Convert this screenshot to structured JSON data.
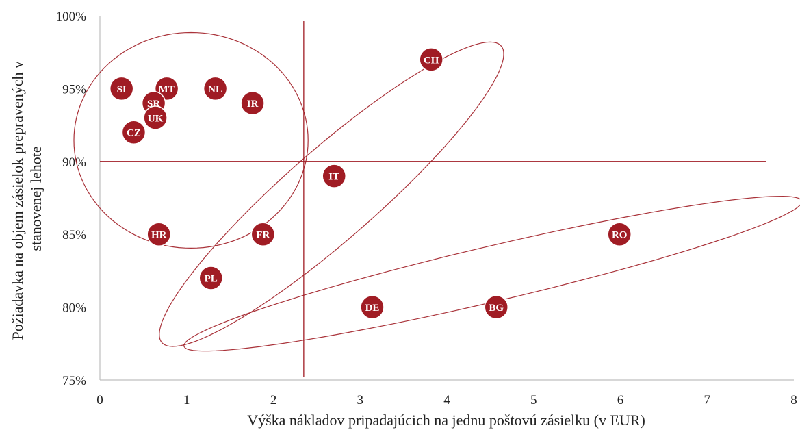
{
  "chart_data": {
    "type": "scatter",
    "title": "",
    "xlabel": "Výška nákladov pripadajúcich na jednu poštovú zásielku (v EUR)",
    "ylabel_lines": [
      "Požiadavka na objem zásielok prepravených v",
      "stanovenej lehote"
    ],
    "xlim": [
      0,
      8
    ],
    "ylim": [
      75,
      100
    ],
    "x_ticks": [
      "0",
      "1",
      "2",
      "3",
      "4",
      "5",
      "6",
      "7",
      "8"
    ],
    "y_ticks": [
      "75%",
      "80%",
      "85%",
      "90%",
      "95%",
      "100%"
    ],
    "grid": false,
    "legend": "none",
    "reference_lines": {
      "x": 2.35,
      "y": 90
    },
    "points": [
      {
        "label": "SI",
        "x": 0.25,
        "y": 95
      },
      {
        "label": "MT",
        "x": 0.77,
        "y": 95
      },
      {
        "label": "NL",
        "x": 1.33,
        "y": 95
      },
      {
        "label": "SR",
        "x": 0.62,
        "y": 94
      },
      {
        "label": "UK",
        "x": 0.64,
        "y": 93
      },
      {
        "label": "IR",
        "x": 1.76,
        "y": 94
      },
      {
        "label": "CZ",
        "x": 0.39,
        "y": 92
      },
      {
        "label": "HR",
        "x": 0.68,
        "y": 85
      },
      {
        "label": "FR",
        "x": 1.88,
        "y": 85
      },
      {
        "label": "PL",
        "x": 1.28,
        "y": 82
      },
      {
        "label": "IT",
        "x": 2.7,
        "y": 89
      },
      {
        "label": "CH",
        "x": 3.82,
        "y": 97
      },
      {
        "label": "DE",
        "x": 3.14,
        "y": 80
      },
      {
        "label": "BG",
        "x": 4.57,
        "y": 80
      },
      {
        "label": "RO",
        "x": 5.99,
        "y": 85
      }
    ],
    "cluster_ellipses": [
      {
        "cx": 1.05,
        "cy": 91.45,
        "rx": 1.35,
        "ry": 7.4,
        "angle": 0
      },
      {
        "cx": 2.67,
        "cy": 87.75,
        "rx": 3.1,
        "ry": 2.6,
        "angle": 0.9
      },
      {
        "cx": 4.53,
        "cy": 82.3,
        "rx": 3.75,
        "ry": 1.85,
        "angle": 0.32
      }
    ],
    "colors": {
      "accent": "#a01c24",
      "marker_stroke": "#ffffff",
      "axis": "#bfbfbf",
      "text": "#222222"
    }
  }
}
